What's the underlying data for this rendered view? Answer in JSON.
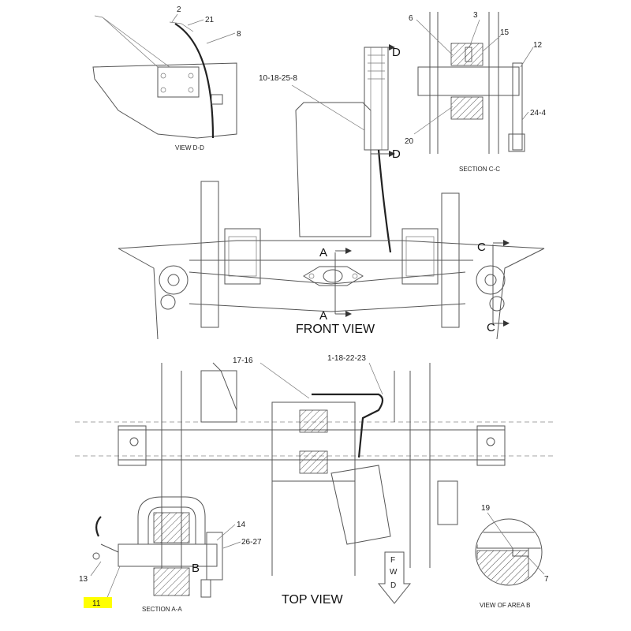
{
  "views": {
    "view_dd": "VIEW D-D",
    "section_cc": "SECTION C-C",
    "front_view": "FRONT VIEW",
    "top_view": "TOP VIEW",
    "section_aa": "SECTION A-A",
    "view_area_b": "VIEW OF AREA B"
  },
  "section_letters": {
    "d_top": "D",
    "d_bottom": "D",
    "a_top": "A",
    "a_bottom": "A",
    "c_top": "C",
    "c_bottom": "C",
    "b": "B"
  },
  "fwd": [
    "F",
    "W",
    "D"
  ],
  "callouts": {
    "c2": "2",
    "c21": "21",
    "c8": "8",
    "c10_18_25_8": "10-18-25-8",
    "c6": "6",
    "c3": "3",
    "c15": "15",
    "c12": "12",
    "c24_4": "24-4",
    "c20": "20",
    "c17_16": "17-16",
    "c1_18_22_23": "1-18-22-23",
    "c14": "14",
    "c26_27": "26-27",
    "c13": "13",
    "c11": "11",
    "c19": "19",
    "c7": "7"
  },
  "highlight_color": "#ffff00"
}
